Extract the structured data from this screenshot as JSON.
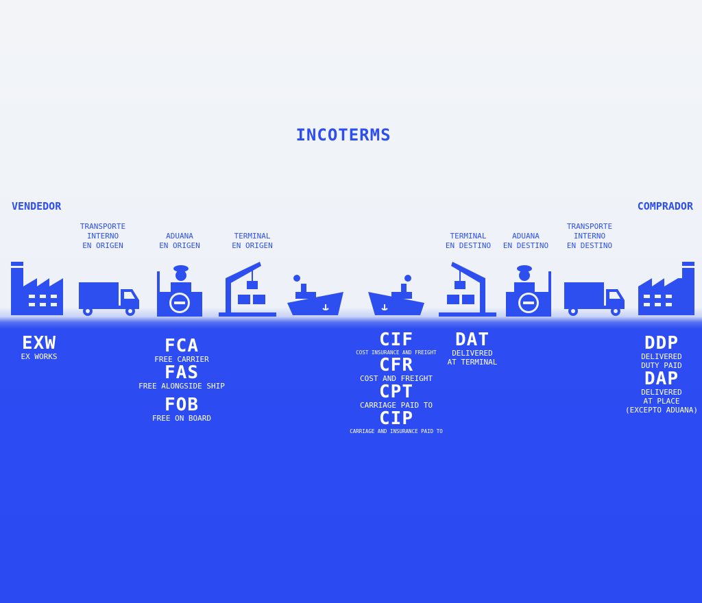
{
  "title": "INCOTERMS",
  "seller": "VENDEDOR",
  "buyer": "COMPRADOR",
  "stages": {
    "transport_origin": [
      "TRANSPORTE",
      "INTERNO",
      "EN ORIGEN"
    ],
    "customs_origin": [
      "ADUANA",
      "EN ORIGEN"
    ],
    "terminal_origin": [
      "TERMINAL",
      "EN ORIGEN"
    ],
    "terminal_dest": [
      "TERMINAL",
      "EN DESTINO"
    ],
    "customs_dest": [
      "ADUANA",
      "EN DESTINO"
    ],
    "transport_dest": [
      "TRANSPORTE",
      "INTERNO",
      "EN DESTINO"
    ]
  },
  "icons": [
    "factory-icon",
    "truck-icon",
    "customs-officer-icon",
    "crane-icon",
    "ship-icon",
    "ship-icon",
    "crane-icon",
    "customs-officer-icon",
    "truck-icon",
    "factory-icon"
  ],
  "colors": {
    "accent": "#2e4ff0",
    "background": "#eef2f8",
    "bottom": "#2b4af2"
  },
  "terms": {
    "exw": {
      "code": "EXW",
      "desc": "EX WORKS"
    },
    "fca": {
      "code": "FCA",
      "desc": "FREE CARRIER"
    },
    "fas": {
      "code": "FAS",
      "desc": "FREE ALONGSIDE SHIP"
    },
    "fob": {
      "code": "FOB",
      "desc": "FREE ON BOARD"
    },
    "cif": {
      "code": "CIF",
      "desc": "COST INSURANCE AND FREIGHT"
    },
    "cfr": {
      "code": "CFR",
      "desc": "COST AND FREIGHT"
    },
    "cpt": {
      "code": "CPT",
      "desc": "CARRIAGE PAID TO"
    },
    "cip": {
      "code": "CIP",
      "desc": "CARRIAGE AND INSURANCE PAID TO"
    },
    "dat": {
      "code": "DAT",
      "desc": [
        "DELIVERED",
        "AT TERMINAL"
      ]
    },
    "ddp": {
      "code": "DDP",
      "desc": [
        "DELIVERED",
        "DUTY PAID"
      ]
    },
    "dap": {
      "code": "DAP",
      "desc": [
        "DELIVERED",
        "AT PLACE",
        "(EXCEPTO ADUANA)"
      ]
    }
  }
}
